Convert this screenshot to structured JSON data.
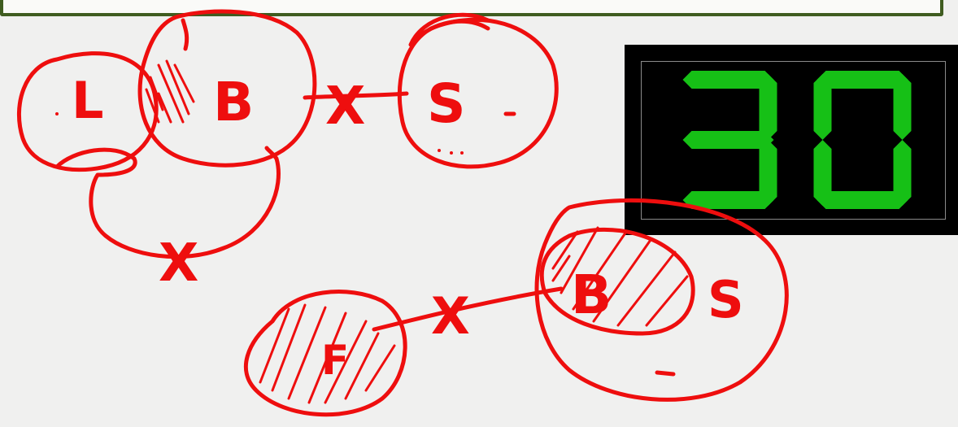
{
  "timer": {
    "value": "30",
    "digit_color": "#16c016",
    "background_color": "#000000"
  },
  "banner": {
    "border_color": "#3f5c20"
  },
  "ink": {
    "color": "#ee0e0e",
    "labels": {
      "top_left": "L",
      "top_middle": "B",
      "top_right": "S",
      "bottom_left": "F",
      "bottom_middle": "B",
      "bottom_right": "S"
    },
    "cross_marks": [
      "X",
      "X",
      "X"
    ]
  }
}
